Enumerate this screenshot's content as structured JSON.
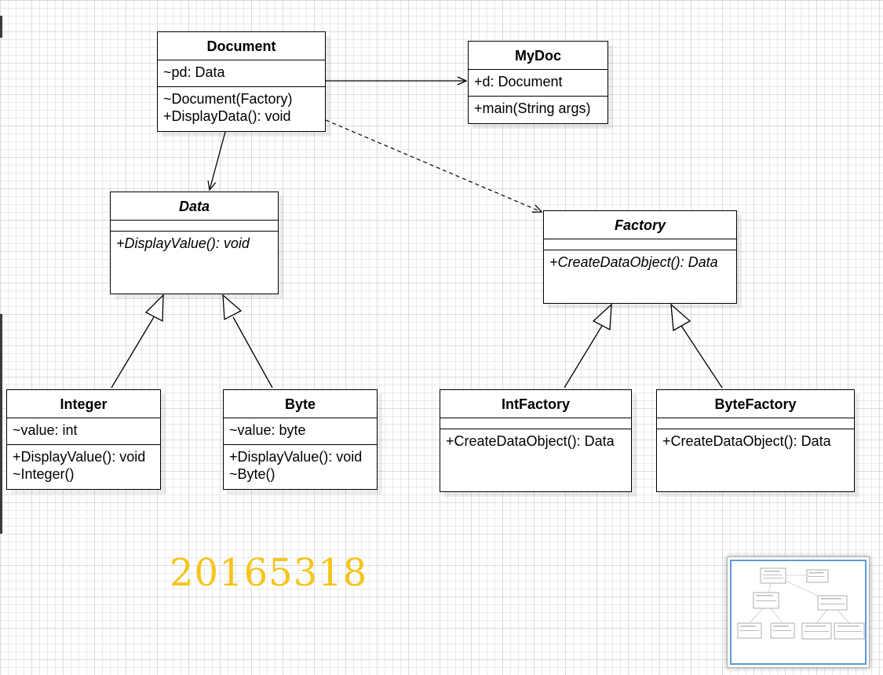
{
  "diagram": {
    "classes": {
      "document": {
        "name": "Document",
        "attributes": [
          "~pd: Data"
        ],
        "operations": [
          "~Document(Factory)",
          "+DisplayData(): void"
        ]
      },
      "mydoc": {
        "name": "MyDoc",
        "attributes": [
          "+d: Document"
        ],
        "operations": [
          "+main(String args)"
        ]
      },
      "data": {
        "name": "Data",
        "abstract": true,
        "attributes": [],
        "operations": [
          "+DisplayValue(): void"
        ]
      },
      "factory": {
        "name": "Factory",
        "abstract": true,
        "attributes": [],
        "operations": [
          "+CreateDataObject(): Data"
        ]
      },
      "integer": {
        "name": "Integer",
        "attributes": [
          "~value: int"
        ],
        "operations": [
          "+DisplayValue(): void",
          "~Integer()"
        ]
      },
      "byte": {
        "name": "Byte",
        "attributes": [
          "~value: byte"
        ],
        "operations": [
          "+DisplayValue(): void",
          "~Byte()"
        ]
      },
      "intfactory": {
        "name": "IntFactory",
        "attributes": [],
        "operations": [
          "+CreateDataObject(): Data"
        ]
      },
      "bytefactory": {
        "name": "ByteFactory",
        "attributes": [],
        "operations": [
          "+CreateDataObject(): Data"
        ]
      }
    },
    "relationships": [
      {
        "from": "Document",
        "to": "MyDoc",
        "type": "association"
      },
      {
        "from": "Document",
        "to": "Data",
        "type": "association"
      },
      {
        "from": "Document",
        "to": "Factory",
        "type": "dependency"
      },
      {
        "from": "Integer",
        "to": "Data",
        "type": "generalization"
      },
      {
        "from": "Byte",
        "to": "Data",
        "type": "generalization"
      },
      {
        "from": "IntFactory",
        "to": "Factory",
        "type": "generalization"
      },
      {
        "from": "ByteFactory",
        "to": "Factory",
        "type": "generalization"
      }
    ]
  },
  "annotation": {
    "student_id": "20165318",
    "color": "#f5c518"
  },
  "colors": {
    "line": "#000000",
    "grid": "#e9e9e9",
    "minimap_frame": "#5b9bd5"
  }
}
